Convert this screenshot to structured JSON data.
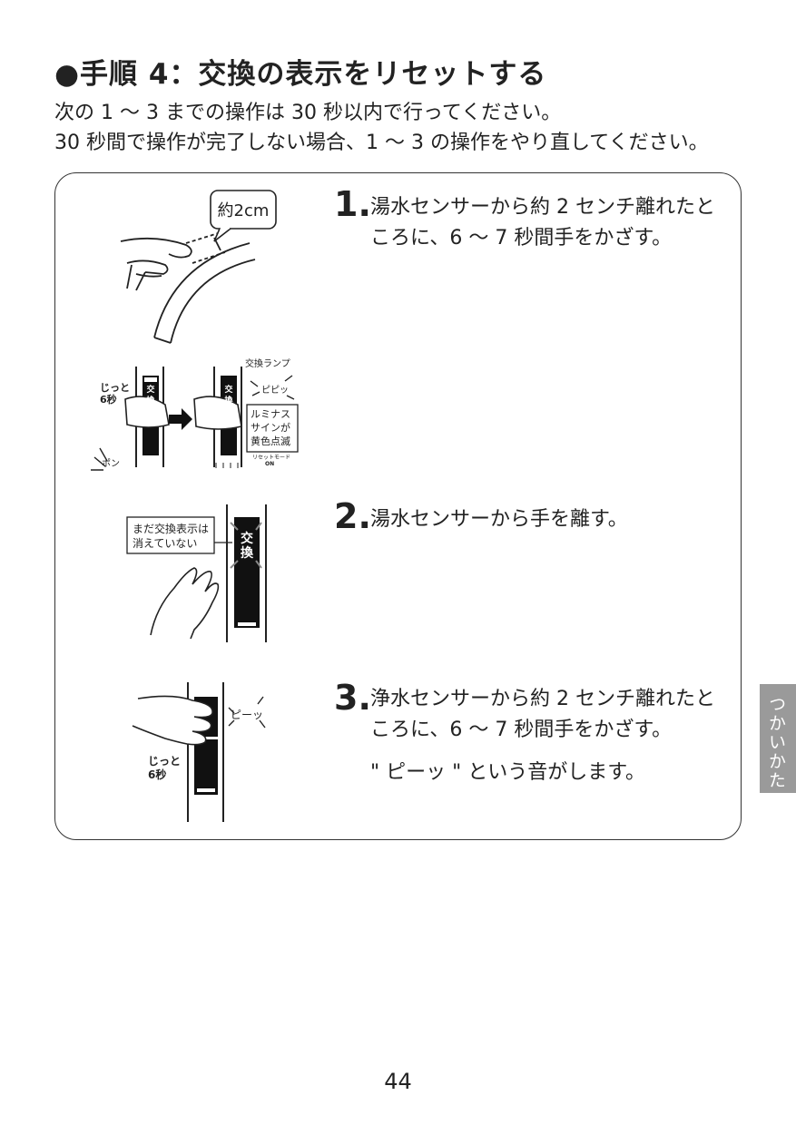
{
  "title": "●手順 4：交換の表示をリセットする",
  "intro": [
    "次の 1 ～ 3 までの操作は 30 秒以内で行ってください。",
    "30 秒間で操作が完了しない場合、1 ～ 3 の操作をやり直してください。"
  ],
  "steps": [
    {
      "num": "1.",
      "lines": [
        "湯水センサーから約 2 センチ離れたと",
        "ころに、6 ～ 7 秒間手をかざす。"
      ],
      "note": ""
    },
    {
      "num": "2.",
      "lines": [
        "湯水センサーから手を離す。"
      ],
      "note": ""
    },
    {
      "num": "3.",
      "lines": [
        "浄水センサーから約 2 センチ離れたと",
        "ころに、6 ～ 7 秒間手をかざす。"
      ],
      "note": "\" ピーッ \" という音がします。"
    }
  ],
  "illustration": {
    "distance": "約2cm",
    "hold1": [
      "じっと",
      "6秒"
    ],
    "pon": "ポン",
    "lamp": "交換ランプ",
    "pipip": "ピピッ",
    "luminous": [
      "ルミナス",
      "サインが",
      "黄色点滅"
    ],
    "reset_mode": [
      "リセットモード",
      "ON"
    ],
    "kokan": [
      "交",
      "換"
    ],
    "not_cleared": [
      "まだ交換表示は",
      "消えていない"
    ],
    "peep": "ピーッ",
    "hold3": [
      "じっと",
      "6秒"
    ]
  },
  "side_tab": "つかいかた",
  "page_number": "44"
}
